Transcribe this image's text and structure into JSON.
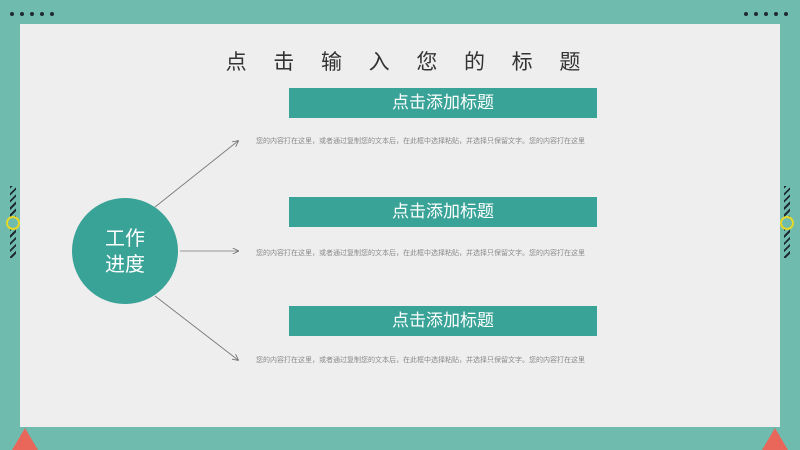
{
  "page": {
    "title": "点 击 输 入 您 的 标 题"
  },
  "hub": {
    "line1": "工作",
    "line2": "进度"
  },
  "items": [
    {
      "title": "点击添加标题",
      "desc": "您的内容打在这里，或者通过复制您的文本后，在此框中选择粘贴，并选择只保留文字。您的内容打在这里"
    },
    {
      "title": "点击添加标题",
      "desc": "您的内容打在这里，或者通过复制您的文本后，在此框中选择粘贴，并选择只保留文字。您的内容打在这里"
    },
    {
      "title": "点击添加标题",
      "desc": "您的内容打在这里，或者通过复制您的文本后，在此框中选择粘贴，并选择只保留文字。您的内容打在这里"
    }
  ],
  "colors": {
    "frame": "#6fbcaf",
    "accent": "#3aa398",
    "panel": "#eeeeee",
    "triangle": "#e9675a",
    "ring": "#e4d82a"
  }
}
